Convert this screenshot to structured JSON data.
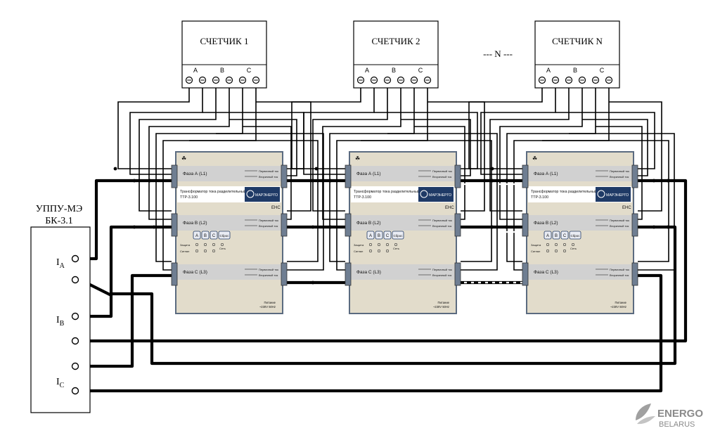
{
  "meters": [
    {
      "title": "СЧЕТЧИК 1"
    },
    {
      "title": "СЧЕТЧИК 2"
    },
    {
      "title": "СЧЕТЧИК N"
    }
  ],
  "terminal_phases": [
    "A",
    "B",
    "C"
  ],
  "n_label": "--- N ---",
  "source": {
    "title_line1": "УППУ-МЭ",
    "title_line2": "БК-3.1",
    "inputs": [
      {
        "letter": "I",
        "sub": "A"
      },
      {
        "letter": "I",
        "sub": "B"
      },
      {
        "letter": "I",
        "sub": "C"
      }
    ]
  },
  "module": {
    "phases": [
      "Фаза А (L1)",
      "Фаза В (L2)",
      "Фаза С (L3)"
    ],
    "primary": "Первичный ток",
    "secondary": "Вторичный ток",
    "product_line1": "Трансформатор тока разделительный",
    "product_line2": "ТТР-3.100",
    "brand": "МАРЭНЕРГО",
    "ce_mark": "EHC",
    "button_labels": [
      "A",
      "B",
      "C",
      "Сброс"
    ],
    "row_labels": [
      "Защита",
      "Сигнал"
    ],
    "net_label": "Сеть",
    "power_line1": "Питание",
    "power_line2": "~230V 50Hz"
  },
  "watermark": {
    "line1": "ENERGO",
    "line2": "BELARUS"
  },
  "colors": {
    "module_fill": "#e2dccb",
    "module_border": "#5b6b80",
    "brand_blue": "#1f3a66",
    "wire": "#000000"
  }
}
